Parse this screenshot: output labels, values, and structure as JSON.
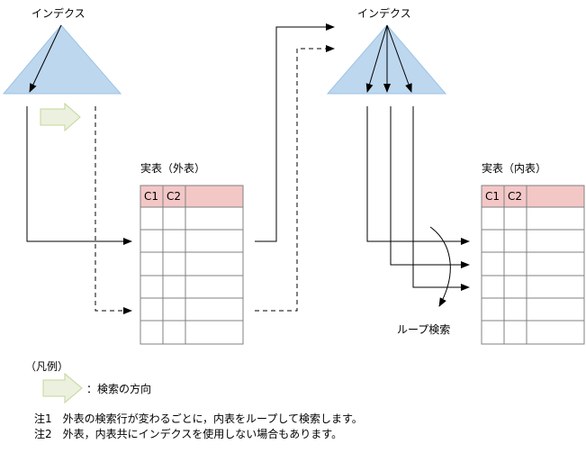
{
  "colors": {
    "index_fill": "#bdd7ee",
    "index_stroke": "#9dc3e6",
    "header_fill": "#f4c7c7",
    "table_stroke": "#808080",
    "legend_arrow_fill": "#ebf1de",
    "legend_arrow_stroke": "#c3d69b",
    "line": "#000000"
  },
  "left_index": {
    "label": "インデクス"
  },
  "right_index": {
    "label": "インデクス"
  },
  "outer_table": {
    "title": "実表（外表）",
    "headers": [
      "C1",
      "C2",
      ""
    ],
    "row_count": 6
  },
  "inner_table": {
    "title": "実表（内表）",
    "headers": [
      "C1",
      "C2",
      ""
    ],
    "row_count": 6
  },
  "loop_label": "ループ検索",
  "legend": {
    "title": "（凡例）",
    "direction_label": "：検索の方向"
  },
  "notes": [
    "注1　外表の検索行が変わるごとに，内表をループして検索します。",
    "注2　外表，内表共にインデクスを使用しない場合もあります。"
  ]
}
